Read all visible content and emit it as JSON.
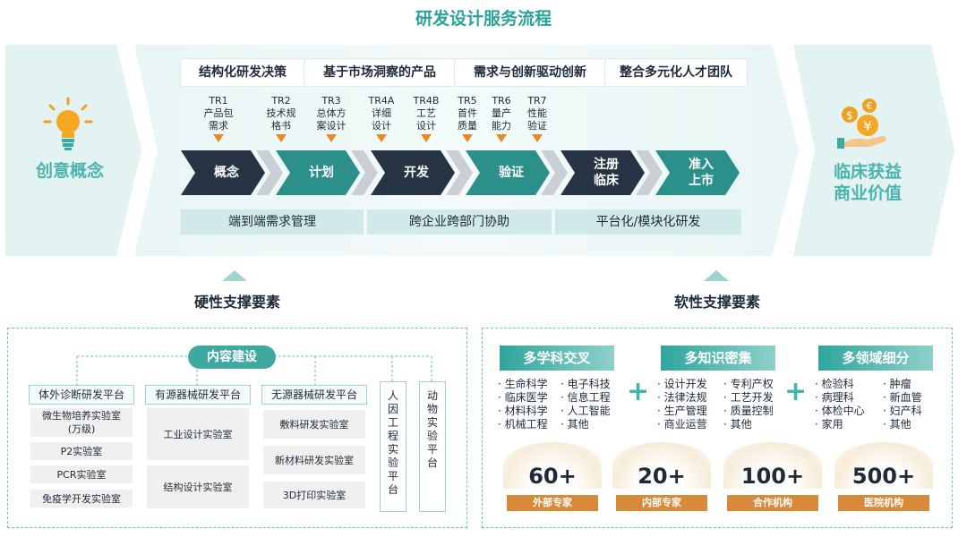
{
  "title": "研发设计服务流程",
  "left_caption": "创意概念",
  "right_caption": [
    "临床获益",
    "商业价值"
  ],
  "tags": [
    "结构化研发决策",
    "基于市场洞察的产品",
    "需求与创新驱动创新",
    "整合多元化人才团队"
  ],
  "tr_points": [
    {
      "code": "TR1",
      "lines": [
        "产品包",
        "需求"
      ]
    },
    {
      "code": "TR2",
      "lines": [
        "技术规",
        "格书"
      ]
    },
    {
      "code": "TR3",
      "lines": [
        "总体方",
        "案设计"
      ]
    },
    {
      "code": "TR4A",
      "lines": [
        "详细",
        "设计"
      ]
    },
    {
      "code": "TR4B",
      "lines": [
        "工艺",
        "设计"
      ]
    },
    {
      "code": "TR5",
      "lines": [
        "首件",
        "质量"
      ]
    },
    {
      "code": "TR6",
      "lines": [
        "量产",
        "能力"
      ]
    },
    {
      "code": "TR7",
      "lines": [
        "性能",
        "验证"
      ]
    }
  ],
  "stages": [
    {
      "lines": [
        "概念"
      ]
    },
    {
      "lines": [
        "计划"
      ]
    },
    {
      "lines": [
        "开发"
      ]
    },
    {
      "lines": [
        "验证"
      ]
    },
    {
      "lines": [
        "注册",
        "临床"
      ]
    },
    {
      "lines": [
        "准入",
        "上市"
      ]
    }
  ],
  "management": [
    "端到端需求管理",
    "跨企业跨部门协助",
    "平台化/模块化研发"
  ],
  "hard_title": "硬性支撑要素",
  "soft_title": "软性支撑要素",
  "hard": {
    "center": "内容建设",
    "platforms": [
      {
        "name": "体外诊断研发平台",
        "labs": [
          "微生物培养实验室\n(万级)",
          "P2实验室",
          "PCR实验室",
          "免疫学开发实验室"
        ]
      },
      {
        "name": "有源器械研发平台",
        "labs": [
          "工业设计实验室",
          "结构设计实验室"
        ]
      },
      {
        "name": "无源器械研发平台",
        "labs": [
          "敷料研发实验室",
          "新材料研发实验室",
          "3D打印实验室"
        ]
      }
    ],
    "vertical": [
      "人因工程实验平台",
      "动物实验平台"
    ]
  },
  "soft": {
    "groups": [
      {
        "title": "多学科交叉",
        "col1": [
          "生命科学",
          "临床医学",
          "材料科学",
          "机械工程"
        ],
        "col2": [
          "电子科技",
          "信息工程",
          "人工智能",
          "其他"
        ]
      },
      {
        "title": "多知识密集",
        "col1": [
          "设计开发",
          "法律法规",
          "生产管理",
          "商业运营"
        ],
        "col2": [
          "专利产权",
          "工艺开发",
          "质量控制",
          "其他"
        ]
      },
      {
        "title": "多领域细分",
        "col1": [
          "检验科",
          "病理科",
          "体检中心",
          "家用"
        ],
        "col2": [
          "肿瘤",
          "新血管",
          "妇产科",
          "其他"
        ]
      }
    ],
    "stats": [
      {
        "value": "60+",
        "label": "外部专家"
      },
      {
        "value": "20+",
        "label": "内部专家"
      },
      {
        "value": "100+",
        "label": "合作机构"
      },
      {
        "value": "500+",
        "label": "医院机构"
      }
    ]
  },
  "colors": {
    "teal": "#2aa39a",
    "navy": "#263445",
    "orange": "#e58a26",
    "light": "#e7f5f4"
  },
  "icons": [
    "lightbulb-icon",
    "coins-hand-icon"
  ]
}
